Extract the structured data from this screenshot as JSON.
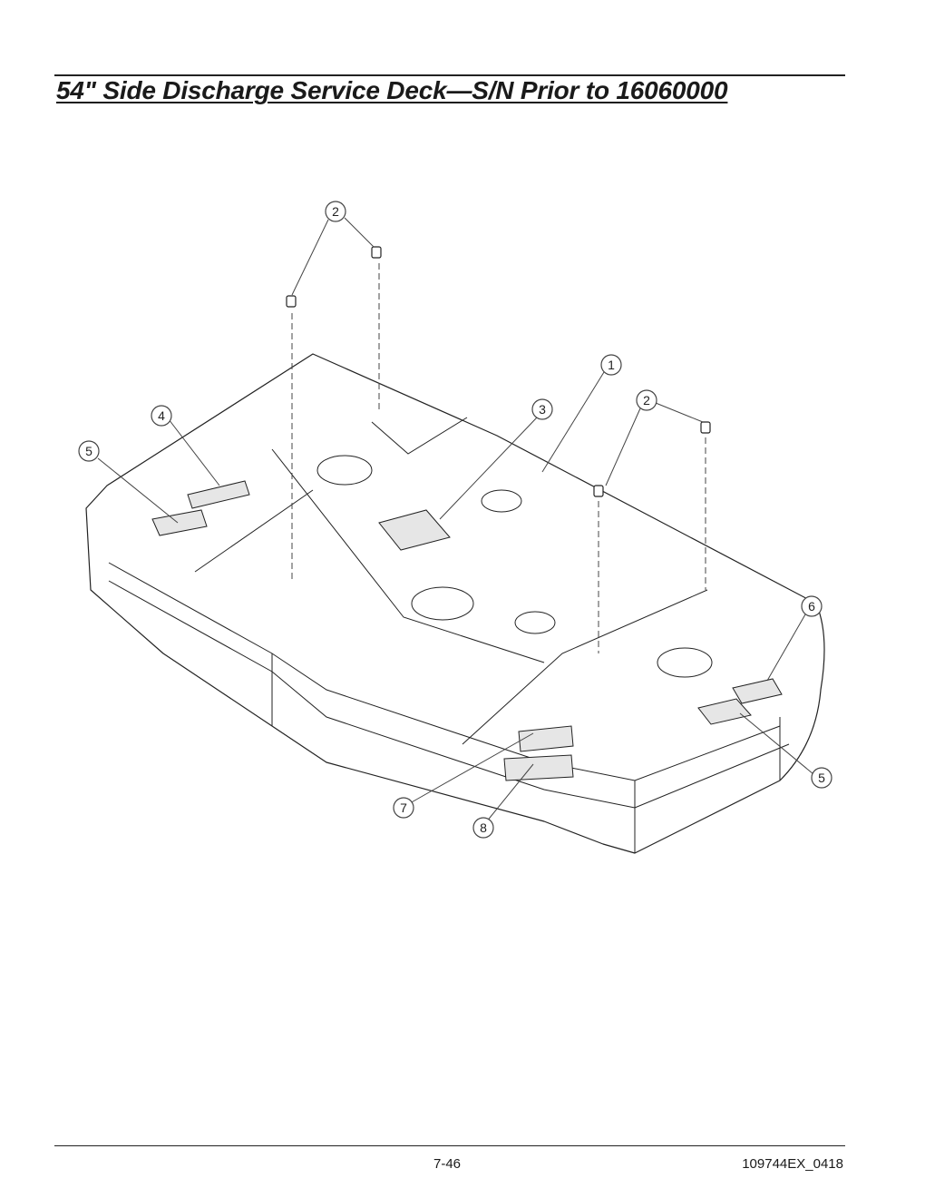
{
  "header": {
    "title": "54\" Side Discharge Service Deck—S/N Prior to 16060000"
  },
  "footer": {
    "page_number": "7-46",
    "doc_code": "109744EX_0418"
  },
  "callouts": [
    "2",
    "1",
    "3",
    "2",
    "4",
    "5",
    "6",
    "5",
    "7",
    "8"
  ]
}
